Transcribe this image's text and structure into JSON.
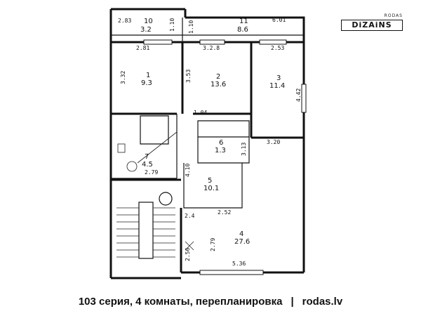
{
  "logo": {
    "top": "RODAS",
    "main": "DiZAiNS"
  },
  "caption": {
    "series": "103 серия, 4 комнаты, перепланировка",
    "separator": "|",
    "site": "rodas.lv"
  },
  "rooms": [
    {
      "id": "10",
      "number": "10",
      "area": "3.2"
    },
    {
      "id": "11",
      "number": "11",
      "area": "8.6"
    },
    {
      "id": "1",
      "number": "1",
      "area": "9.3"
    },
    {
      "id": "2",
      "number": "2",
      "area": "13.6"
    },
    {
      "id": "3",
      "number": "3",
      "area": "11.4"
    },
    {
      "id": "6",
      "number": "6",
      "area": "1.3"
    },
    {
      "id": "7",
      "number": "7",
      "area": "4.5"
    },
    {
      "id": "5",
      "number": "5",
      "area": "10.1"
    },
    {
      "id": "4",
      "number": "4",
      "area": "27.6"
    }
  ],
  "dimensions": [
    "2.83",
    "1.10",
    "1.10",
    "6.01",
    "2.81",
    "3.2.8",
    "2.53",
    "3.32",
    "3.53",
    "4.42",
    "1.04",
    "3.20",
    "2.79",
    "4.10",
    "3.13",
    "2.52",
    "5.36",
    "2.79",
    "2.56",
    "2.4"
  ]
}
